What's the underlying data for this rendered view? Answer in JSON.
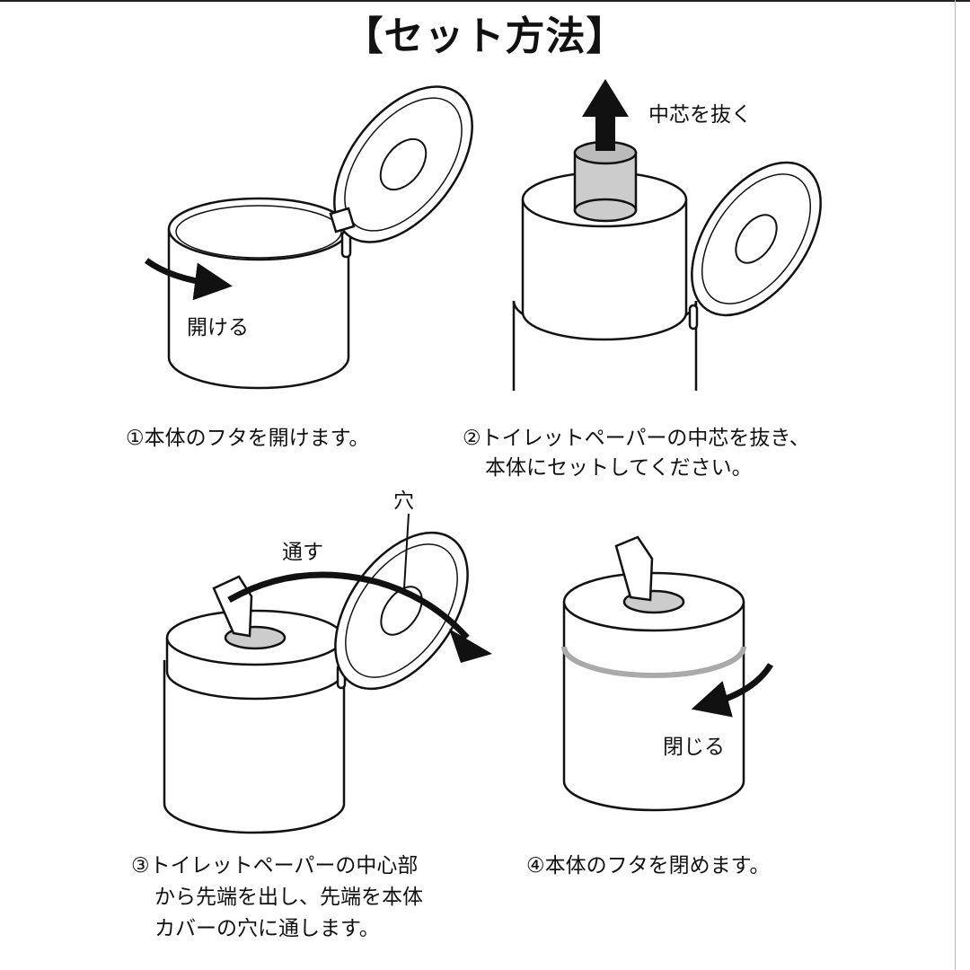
{
  "title": "【セット方法】",
  "steps": [
    {
      "caption": "①本体のフタを開けます。",
      "action": "開ける"
    },
    {
      "caption_lines": [
        "②トイレットペーパーの中芯を抜き、",
        "本体にセットしてください。"
      ],
      "action": "中芯を抜く"
    },
    {
      "caption_lines": [
        "③トイレットペーパーの中心部",
        "から先端を出し、先端を本体",
        "カバーの穴に通します。"
      ],
      "action": "通す",
      "hole_label": "穴"
    },
    {
      "caption": "④本体のフタを閉めます。",
      "action": "閉じる"
    }
  ]
}
